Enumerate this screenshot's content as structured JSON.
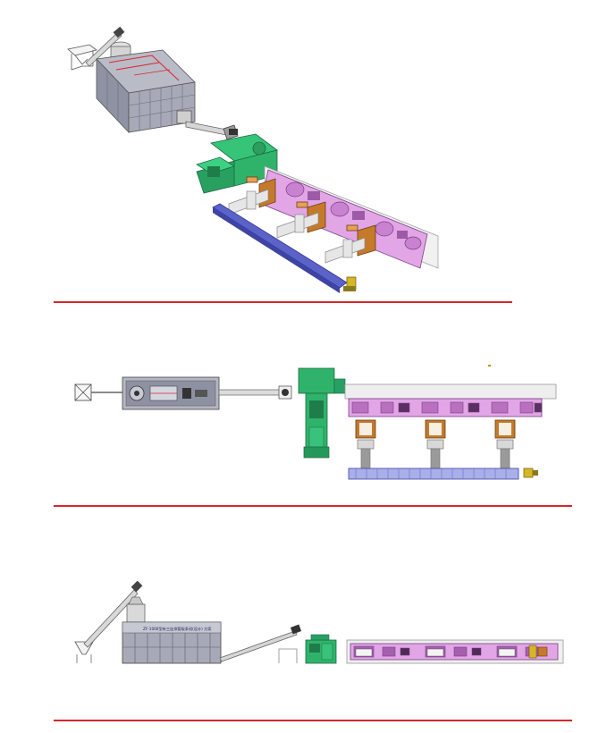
{
  "views": [
    {
      "name": "isometric-view"
    },
    {
      "name": "top-view"
    },
    {
      "name": "front-view",
      "machine_label": "ZF-1000型有三连排管板条机(设计) 方案"
    }
  ],
  "colors": {
    "divider": "#d9262a",
    "cabinet": "#a7a9b6",
    "cabinet_dark": "#5c5f72",
    "extruder_green": "#2fb36b",
    "extruder_dark": "#1d6b43",
    "press_pink": "#e2a6e6",
    "press_dark": "#7a3f86",
    "wood_brown": "#c57a2b",
    "belt_blue": "#5b63c9",
    "belt_light": "#a9afe8",
    "accent_yellow": "#d6b624",
    "frame_grey": "#c8c8c8"
  },
  "icons": [
    "hopper-icon",
    "screw-conveyor-icon",
    "motor-icon"
  ]
}
